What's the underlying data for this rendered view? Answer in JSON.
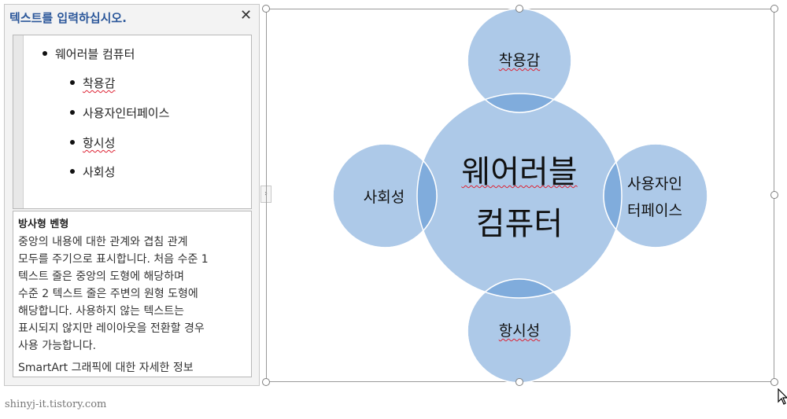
{
  "text_pane": {
    "title": "텍스트를 입력하십시오.",
    "close_icon": "✕",
    "items": [
      {
        "text": "웨어러블 컴퓨터"
      },
      {
        "text": "착용감"
      },
      {
        "text": "사용자인터페이스"
      },
      {
        "text": "항시성"
      },
      {
        "text": "사회성"
      }
    ],
    "description_heading": "방사형 벤형",
    "description_lines": [
      "중앙의 내용에 대한 관계와 겹침 관계",
      "모두를 주기으로 표시합니다. 처음 수준 1",
      "텍스트 줄은 중앙의 도형에 해당하며",
      "수준 2 텍스트 줄은 주변의 원형 도형에",
      "해당합니다. 사용하지 않는 텍스트는",
      "표시되지 않지만 레이아웃을 전환할 경우",
      "사용 가능합니다."
    ],
    "more_info_link": "SmartArt 그래픽에 대한 자세한 정보",
    "collapse_icon": "›"
  },
  "diagram": {
    "center_line1": "웨어러블",
    "center_line2": "컴퓨터",
    "top_label": "착용감",
    "right_line1": "사용자인",
    "right_line2": "터페이스",
    "bottom_label": "항시성",
    "left_label": "사회성",
    "circle_fill": "#adc9e8",
    "overlap_fill": "#80acdc"
  },
  "watermark": "shinyj-it.tistory.com"
}
